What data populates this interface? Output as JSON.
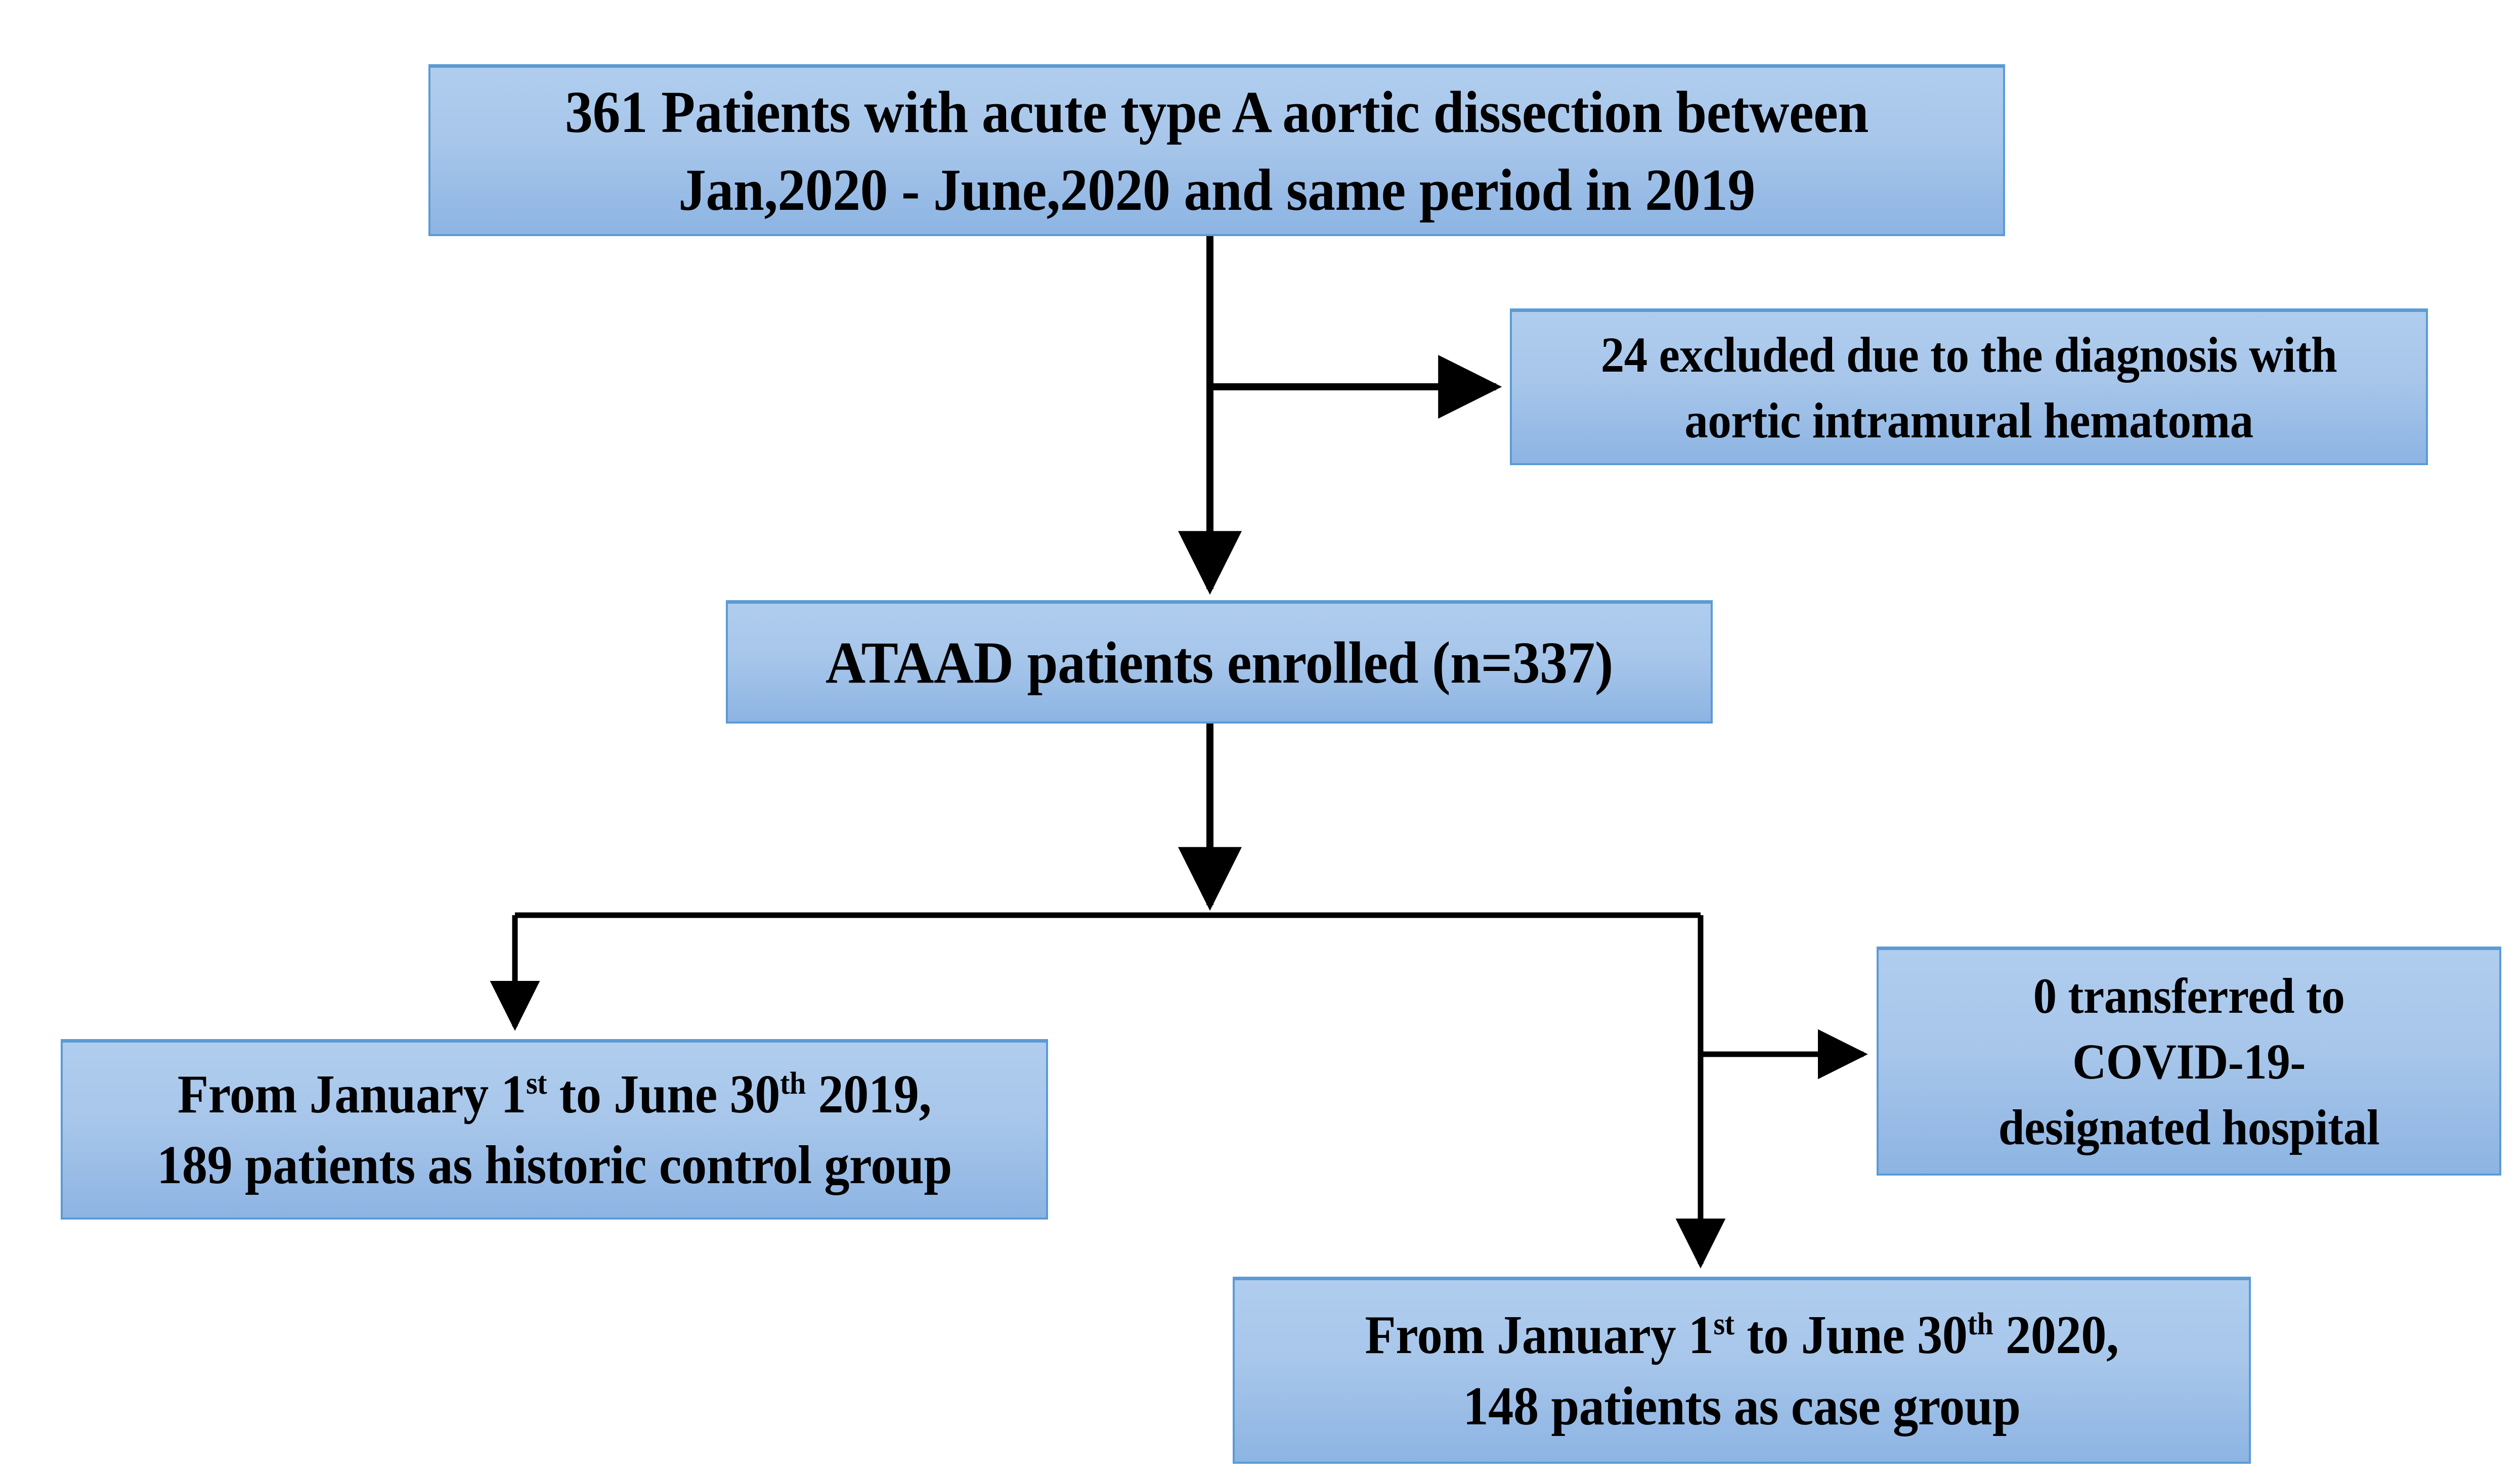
{
  "figure": {
    "type": "flowchart",
    "title": "Patient enrollment flow diagram",
    "background_color": "#ffffff",
    "box_fill_top": "#b0cdee",
    "box_fill_bottom": "#8db4e3",
    "box_border_color": "#5b9bd5",
    "connector_color": "#000000",
    "text_color": "#000000"
  },
  "nodes": {
    "cohort": {
      "line1": "361 Patients with acute type A aortic dissection between",
      "line2": "Jan,2020 - June,2020 and same period in 2019",
      "count": 361
    },
    "excluded": {
      "line1": "24 excluded due to the diagnosis with",
      "line2": "aortic intramural hematoma",
      "count": 24
    },
    "enrolled": {
      "text": "ATAAD patients enrolled (n=337)",
      "count": 337
    },
    "control_2019": {
      "line1_pre": "From January 1",
      "line1_sup1": "st",
      "line1_mid": " to June 30",
      "line1_sup2": "th",
      "line1_post": " 2019,",
      "line2": "189 patients as historic control group",
      "count": 189
    },
    "covid": {
      "line1": "0 transferred to",
      "line2": "COVID-19-",
      "line3": "designated hospital",
      "count": 0
    },
    "case_2020": {
      "line1_pre": "From January 1",
      "line1_sup1": "st",
      "line1_mid": " to June 30",
      "line1_sup2": "th",
      "line1_post": " 2020,",
      "line2": "148 patients as case group",
      "count": 148
    }
  },
  "edges": [
    {
      "from": "cohort",
      "to": "excluded",
      "style": "orthogonal-right-arrow"
    },
    {
      "from": "cohort",
      "to": "enrolled",
      "style": "straight-down-arrow"
    },
    {
      "from": "enrolled",
      "to": "control_2019",
      "style": "split-left-down-arrow"
    },
    {
      "from": "enrolled",
      "to": "case_2020",
      "style": "split-right-down-arrow"
    },
    {
      "from": "case_2020_branch",
      "to": "covid",
      "style": "orthogonal-right-arrow"
    }
  ]
}
